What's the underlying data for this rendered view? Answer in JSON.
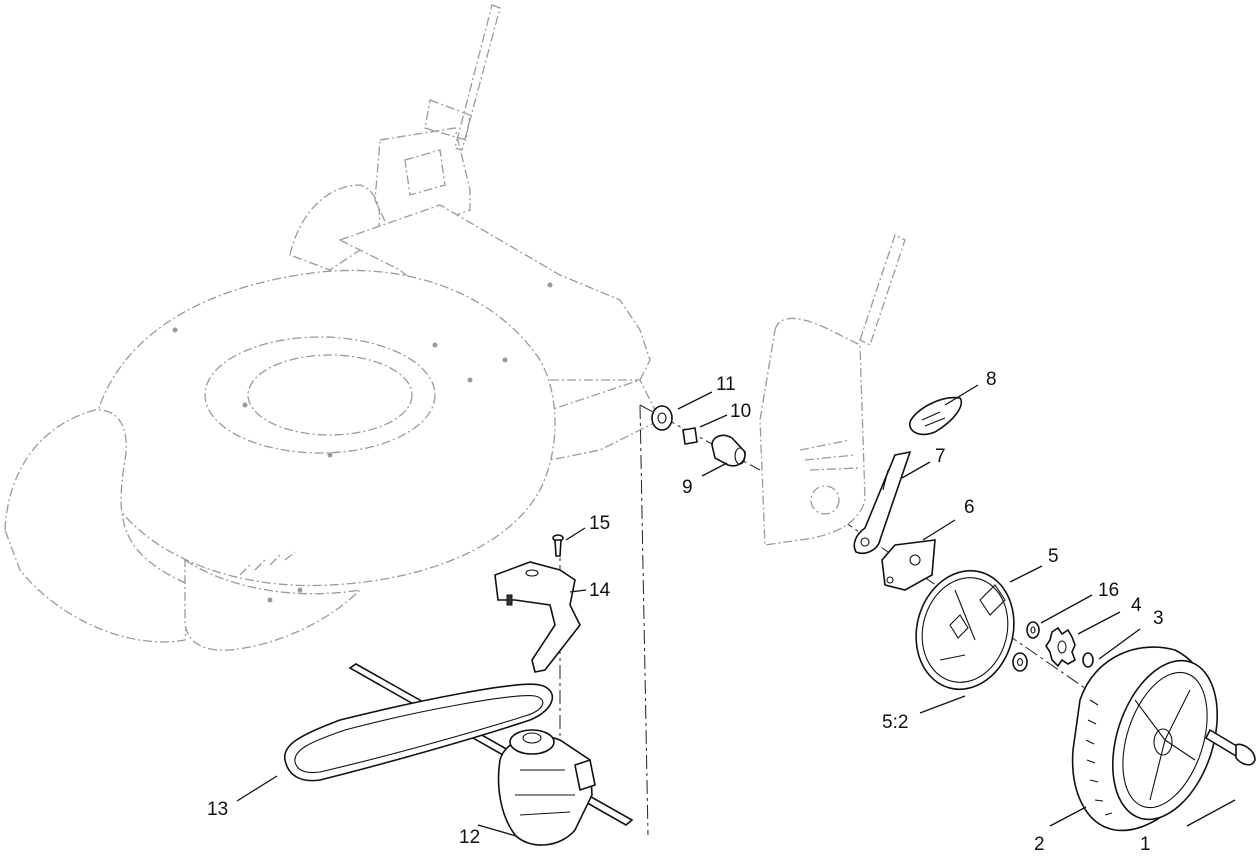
{
  "callouts": [
    {
      "id": "c1",
      "label": "1"
    },
    {
      "id": "c2",
      "label": "2"
    },
    {
      "id": "c3",
      "label": "3"
    },
    {
      "id": "c4",
      "label": "4"
    },
    {
      "id": "c5",
      "label": "5"
    },
    {
      "id": "c5b",
      "label": "5:2"
    },
    {
      "id": "c6",
      "label": "6"
    },
    {
      "id": "c7",
      "label": "7"
    },
    {
      "id": "c8",
      "label": "8"
    },
    {
      "id": "c9",
      "label": "9"
    },
    {
      "id": "c10",
      "label": "10"
    },
    {
      "id": "c11",
      "label": "11"
    },
    {
      "id": "c12",
      "label": "12"
    },
    {
      "id": "c13",
      "label": "13"
    },
    {
      "id": "c14",
      "label": "14"
    },
    {
      "id": "c15",
      "label": "15"
    },
    {
      "id": "c16",
      "label": "16"
    }
  ]
}
